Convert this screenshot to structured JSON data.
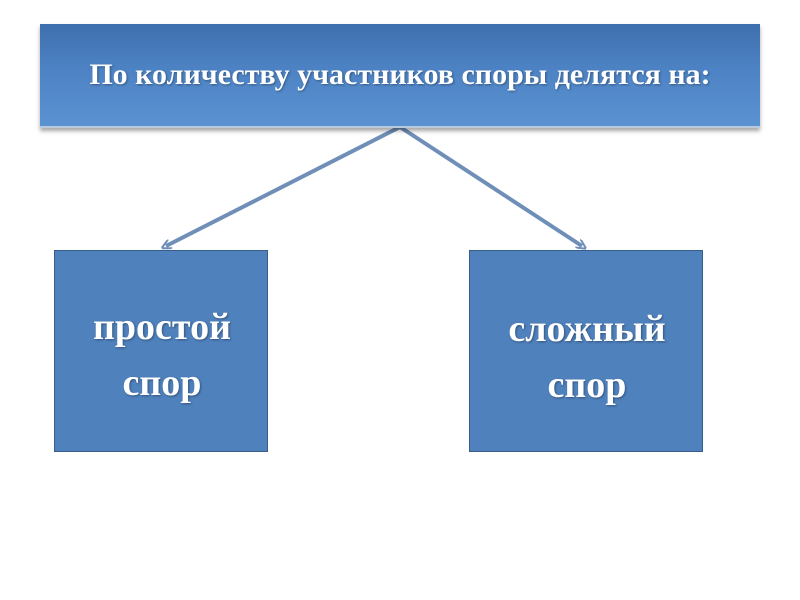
{
  "header": {
    "title": "По количеству участников споры делятся на:"
  },
  "nodes": {
    "left": {
      "label": "простой\nспор"
    },
    "right": {
      "label": "сложный\nспор"
    }
  },
  "colors": {
    "header_fill": "#4d83c4",
    "node_fill": "#4f81bd",
    "node_border": "#385d8a",
    "connector": "#6f8fb8",
    "text": "#ffffff"
  }
}
